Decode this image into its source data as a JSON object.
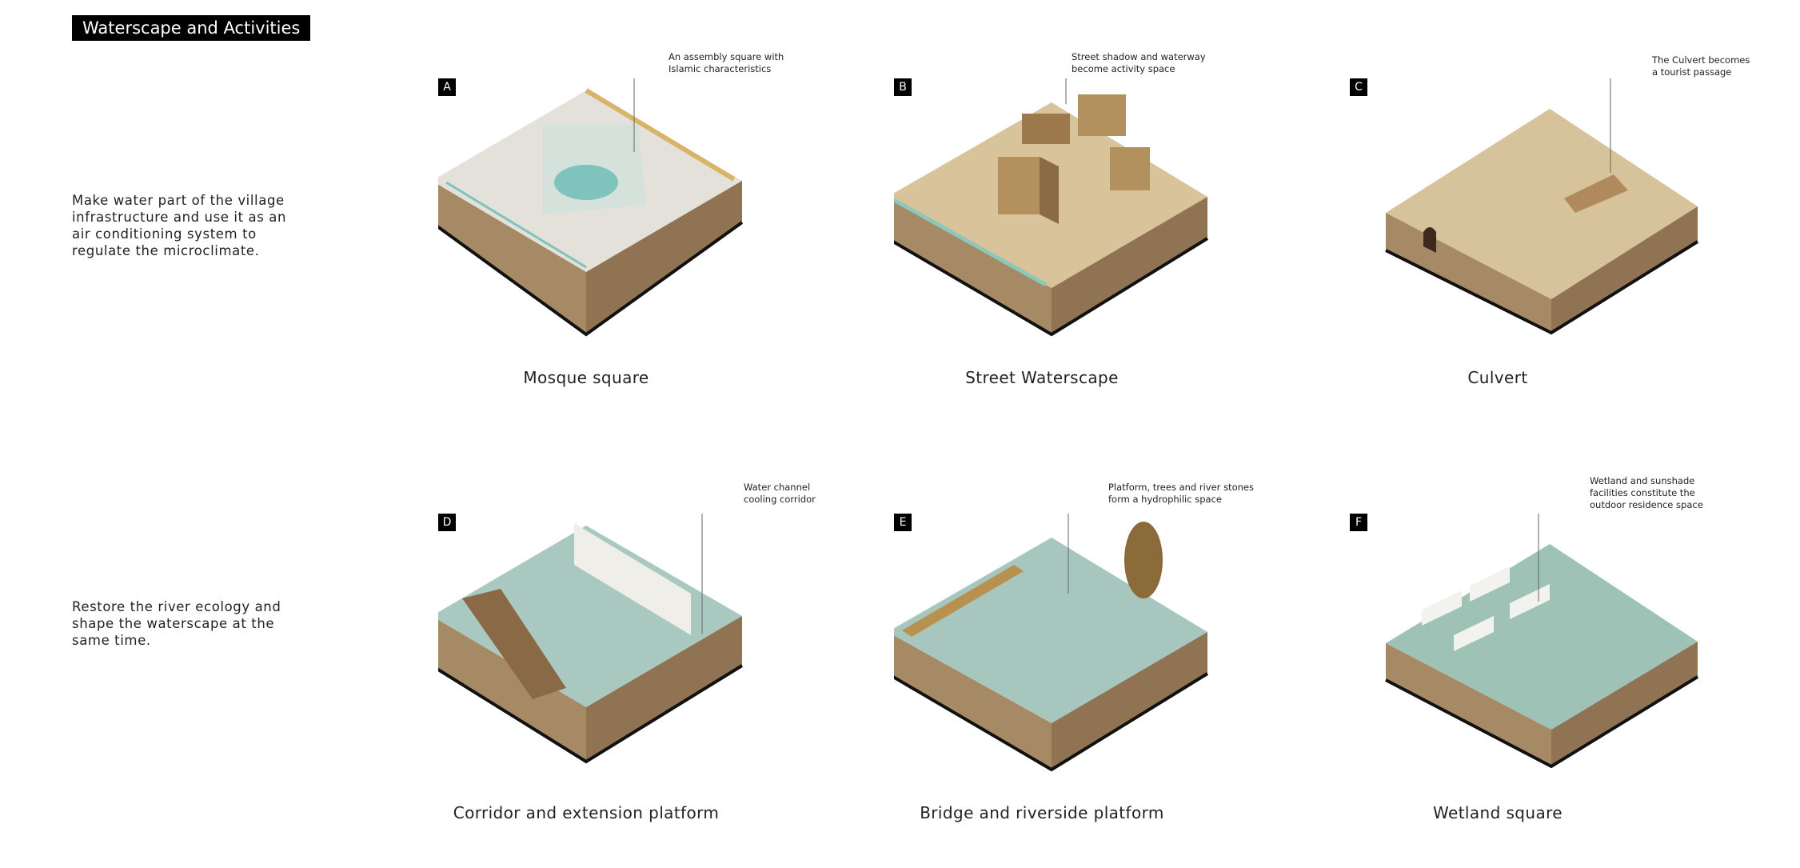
{
  "title": "Waterscape and Activities",
  "rows": [
    {
      "intro": "Make water part of the village infrastructure and use it as an air conditioning system to regulate the microclimate."
    },
    {
      "intro": "Restore the river ecology and shape the waterscape at the same time."
    }
  ],
  "panels": [
    {
      "letter": "A",
      "caption": "Mosque square",
      "annotation": "An assembly square with\nIslamic characteristics",
      "top_color": "#e4e1da",
      "accent": "#7ec4bc"
    },
    {
      "letter": "B",
      "caption": "Street Waterscape",
      "annotation": "Street shadow and waterway\nbecome activity space",
      "top_color": "#d8c39a",
      "accent": "#8cc7b7"
    },
    {
      "letter": "C",
      "caption": "Culvert",
      "annotation": "The Culvert becomes\na tourist passage",
      "top_color": "#d6c29b",
      "accent": "#b08a5c"
    },
    {
      "letter": "D",
      "caption": "Corridor and extension platform",
      "annotation": "Water channel\ncooling corridor",
      "top_color": "#a9c9c0",
      "accent": "#efeee9"
    },
    {
      "letter": "E",
      "caption": "Bridge and riverside platform",
      "annotation": "Platform, trees and river stones\nform a hydrophilic space",
      "top_color": "#a6c6be",
      "accent": "#b8914f"
    },
    {
      "letter": "F",
      "caption": "Wetland square",
      "annotation": "Wetland and sunshade\nfacilities constitute the\noutdoor residence space",
      "top_color": "#9fc2b7",
      "accent": "#f2f2ee"
    }
  ]
}
